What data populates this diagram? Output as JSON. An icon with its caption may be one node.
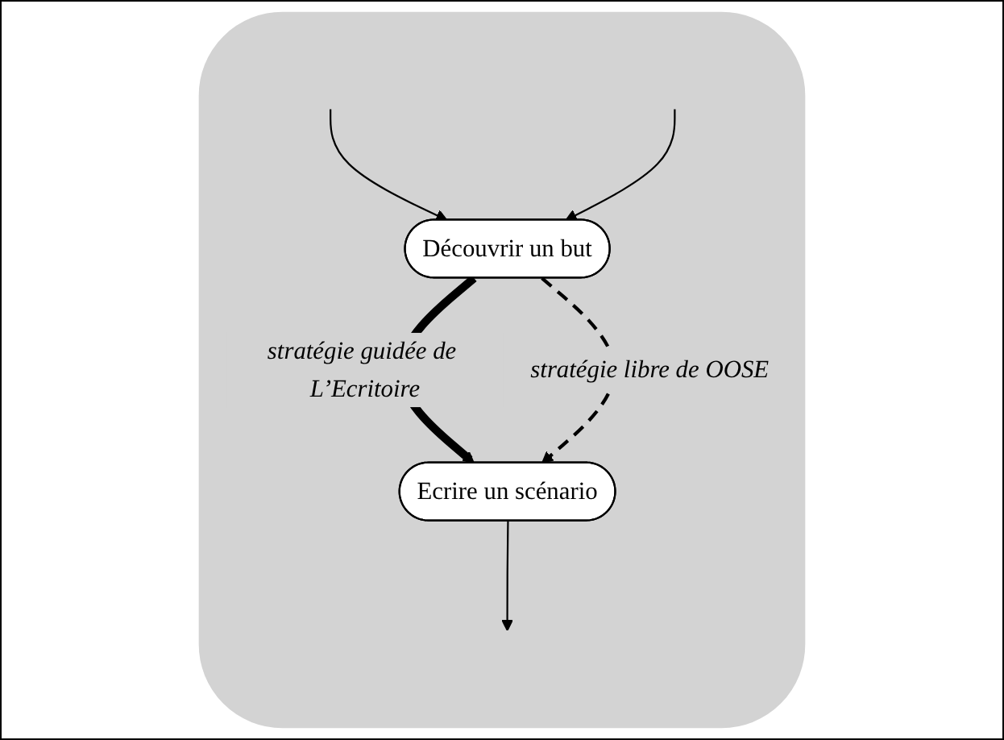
{
  "diagram": {
    "nodes": [
      {
        "text": [],
        "shape": "cloud"
      },
      {
        "text": [
          "Découvrir un but"
        ],
        "in": 0
      },
      {
        "text": [
          "Ecrire un scénario"
        ],
        "in": 0
      }
    ],
    "edges": [
      {
        "from": null,
        "to": 1,
        "arrow": "to"
      },
      {
        "from": null,
        "to": 1,
        "arrow": "to"
      },
      {
        "from": 1,
        "to": 2,
        "arrow": "to",
        "label": "stratégie guidée de L’Ecritoire",
        "style": "thick"
      },
      {
        "from": 1,
        "to": 2,
        "arrow": "to",
        "label": "stratégie libre de OOSE",
        "style": "dashed"
      },
      {
        "from": 2,
        "to": null,
        "arrow": "to"
      }
    ]
  }
}
